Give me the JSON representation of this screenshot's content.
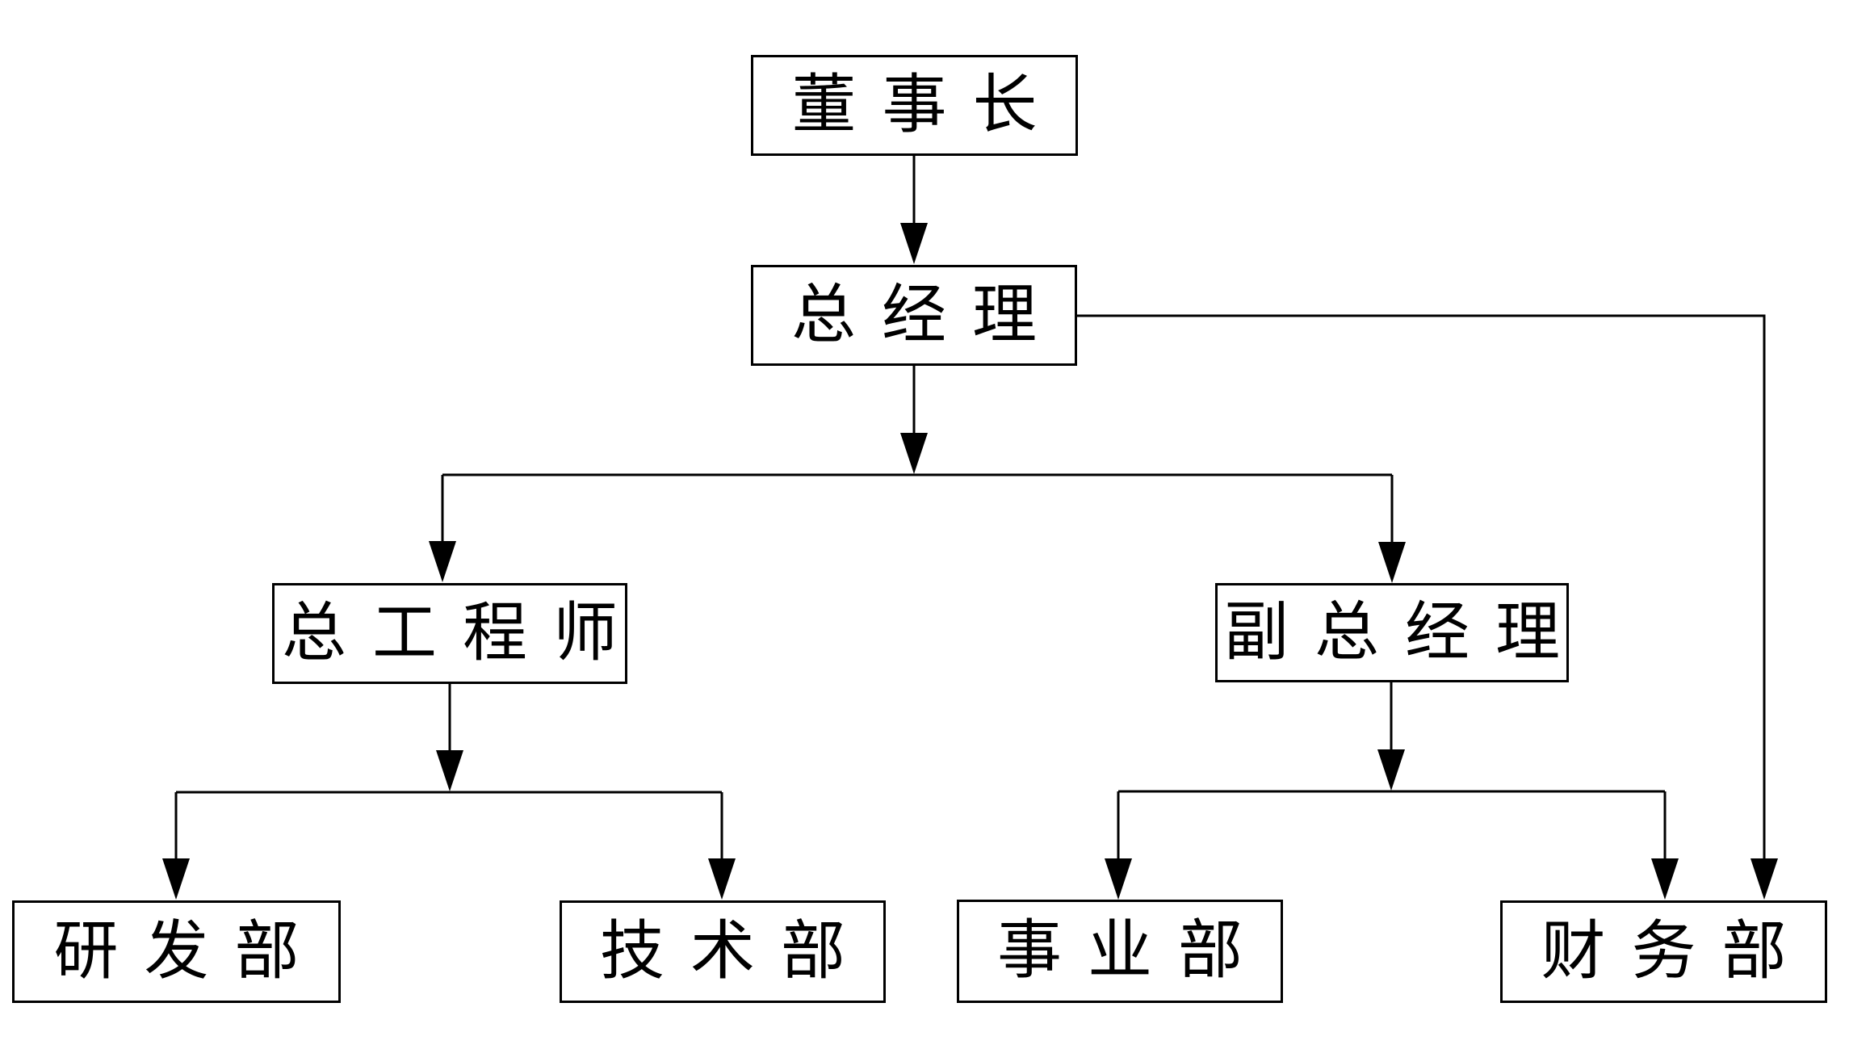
{
  "diagram": {
    "type": "org-chart",
    "nodes": {
      "chairman": {
        "label": "董事长"
      },
      "general_manager": {
        "label": "总经理"
      },
      "chief_engineer": {
        "label": "总工程师"
      },
      "deputy_general_manager": {
        "label": "副总经理"
      },
      "rd_department": {
        "label": "研发部"
      },
      "technology_department": {
        "label": "技术部"
      },
      "business_department": {
        "label": "事业部"
      },
      "finance_department": {
        "label": "财务部"
      }
    },
    "edges": [
      {
        "from": "chairman",
        "to": "general_manager"
      },
      {
        "from": "general_manager",
        "to": "chief_engineer"
      },
      {
        "from": "general_manager",
        "to": "deputy_general_manager"
      },
      {
        "from": "general_manager",
        "to": "finance_department"
      },
      {
        "from": "chief_engineer",
        "to": "rd_department"
      },
      {
        "from": "chief_engineer",
        "to": "technology_department"
      },
      {
        "from": "deputy_general_manager",
        "to": "business_department"
      },
      {
        "from": "deputy_general_manager",
        "to": "finance_department"
      }
    ],
    "colors": {
      "line": "#000000",
      "box_border": "#000000",
      "text": "#000000",
      "background": "#ffffff"
    }
  }
}
